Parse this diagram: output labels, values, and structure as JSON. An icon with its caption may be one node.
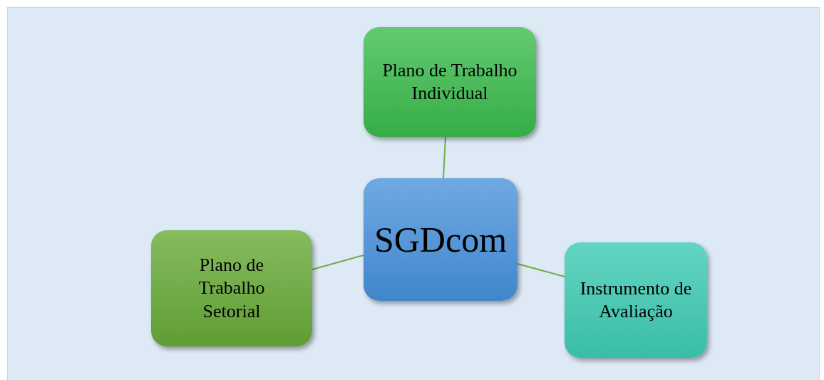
{
  "diagram": {
    "nodes": [
      {
        "text": [
          "SGDcom"
        ]
      },
      {
        "text": [
          "Plano de Trabalho Individual"
        ]
      },
      {
        "text": [
          "Plano de Trabalho Setorial"
        ]
      },
      {
        "text": [
          "Instrumento de Avaliação"
        ]
      }
    ],
    "edges": [
      {
        "from": 0,
        "to": 1,
        "arrow": "none"
      },
      {
        "from": 0,
        "to": 2,
        "arrow": "none"
      },
      {
        "from": 0,
        "to": 3,
        "arrow": "none"
      }
    ]
  }
}
